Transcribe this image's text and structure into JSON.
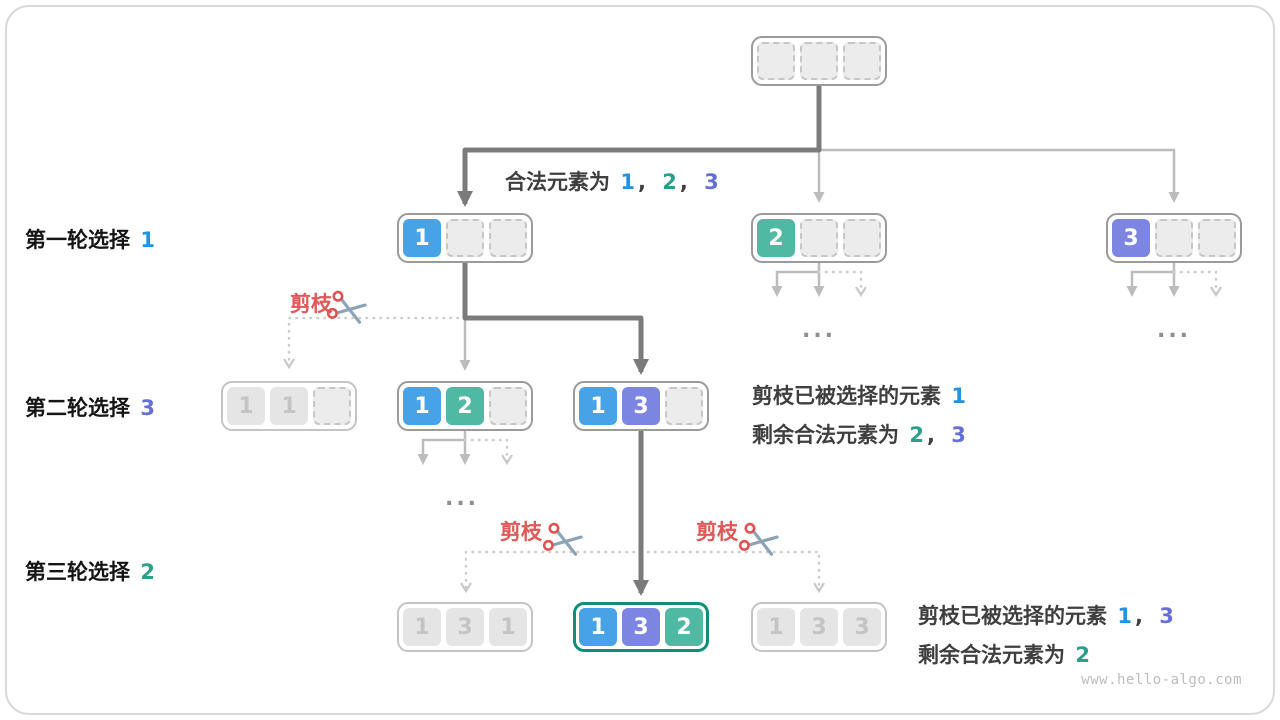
{
  "colors": {
    "blue": "#47a3e6",
    "teal": "#50b9a4",
    "purple": "#7d85e2",
    "red": "#e25757"
  },
  "texts": {
    "legal": {
      "prefix": "合法元素为",
      "n1": "1",
      "sep1": ",",
      "n2": "2",
      "sep2": ",",
      "n3": "3"
    },
    "rounds": [
      {
        "label": "第一轮选择",
        "num": "1"
      },
      {
        "label": "第二轮选择",
        "num": "3"
      },
      {
        "label": "第三轮选择",
        "num": "2"
      }
    ],
    "prune": "剪枝",
    "note2": {
      "line1_prefix": "剪枝已被选择的元素",
      "line1_n1": "1",
      "line2_prefix": "剩余合法元素为",
      "line2_n1": "2",
      "line2_sep": ",",
      "line2_n2": "3"
    },
    "note3": {
      "line1_prefix": "剪枝已被选择的元素",
      "line1_n1": "1",
      "line1_sep": ",",
      "line1_n2": "3",
      "line2_prefix": "剩余合法元素为",
      "line2_n1": "2"
    },
    "ellipsis": "...",
    "watermark": "www.hello-algo.com"
  },
  "nodes": {
    "root": {
      "cells": [
        "",
        "",
        ""
      ]
    },
    "n1": {
      "cells": [
        "1",
        "",
        ""
      ]
    },
    "n2": {
      "cells": [
        "2",
        "",
        ""
      ]
    },
    "n3": {
      "cells": [
        "3",
        "",
        ""
      ]
    },
    "n11": {
      "cells": [
        "1",
        "1",
        ""
      ]
    },
    "n12": {
      "cells": [
        "1",
        "2",
        ""
      ]
    },
    "n13": {
      "cells": [
        "1",
        "3",
        ""
      ]
    },
    "n131": {
      "cells": [
        "1",
        "3",
        "1"
      ]
    },
    "n132": {
      "cells": [
        "1",
        "3",
        "2"
      ]
    },
    "n133": {
      "cells": [
        "1",
        "3",
        "3"
      ]
    }
  }
}
